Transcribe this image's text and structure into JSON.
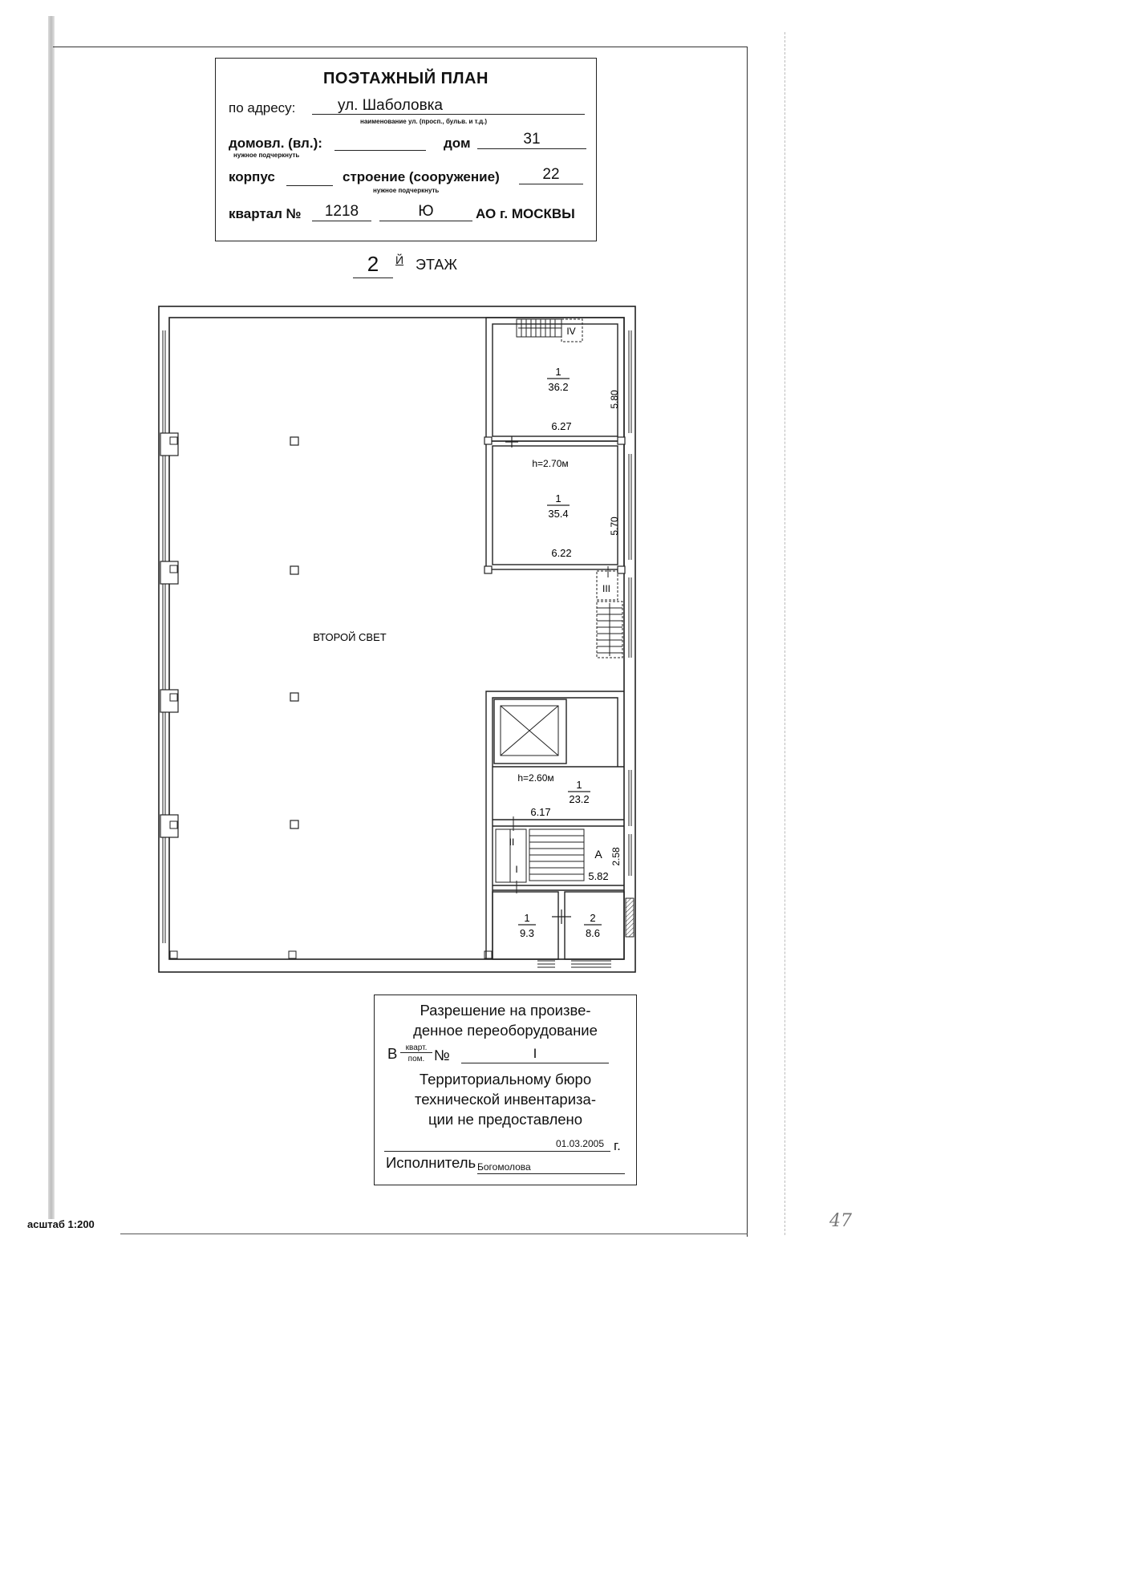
{
  "title_block": {
    "heading": "ПОЭТАЖНЫЙ ПЛАН",
    "address_label": "по адресу:",
    "street": "ул. Шаболовка",
    "street_hint": "наименование ул. (просп., бульв. и т.д.)",
    "domovl_label": "домовл. (вл.):",
    "underline_hint": "нужное подчеркнуть",
    "dom_label": "дом",
    "dom_value": "31",
    "korpus_label": "корпус",
    "stroenie_label": "строение (сооружение)",
    "stroenie_value": "22",
    "kvartal_label": "квартал №",
    "kvartal_value": "1218",
    "district_value": "Ю",
    "city_label": "АО г. МОСКВЫ"
  },
  "floor": {
    "number": "2",
    "suffix": "Й",
    "label": "ЭТАЖ"
  },
  "plan": {
    "big_hall_label": "ВТОРОЙ СВЕТ",
    "rooms": [
      {
        "num": "1",
        "area": "36.2",
        "width": "6.27",
        "length": "5.80"
      },
      {
        "num": "1",
        "area": "35.4",
        "width": "6.22",
        "length": "5.70",
        "height": "h=2.70м"
      },
      {
        "num": "1",
        "area": "23.2",
        "width": "6.17",
        "height": "h=2.60м"
      },
      {
        "num": "1",
        "area": "9.3"
      },
      {
        "num": "2",
        "area": "8.6"
      }
    ],
    "stairs": [
      {
        "label": "IV"
      },
      {
        "label": "III"
      },
      {
        "label": "II"
      },
      {
        "label": "I"
      }
    ],
    "stair_a": {
      "label": "А",
      "width": "5.82",
      "length": "2.58"
    }
  },
  "permission": {
    "line1": "Разрешение на произве-",
    "line2": "денное переоборудование",
    "prefix": "В",
    "kind_top": "кварт.",
    "kind_bottom": "пом.",
    "num_label": "№",
    "num_value": "I",
    "line4": "Территориальному бюро",
    "line5": "технической инвентаризa-",
    "line6": "ции не предоставлено",
    "date": "01.03.2005",
    "date_suffix": "г.",
    "executor_label": "Исполнитель",
    "executor_name": "Богомолова"
  },
  "footer": {
    "scale": "асштаб 1:200",
    "sheet_number": "47"
  }
}
